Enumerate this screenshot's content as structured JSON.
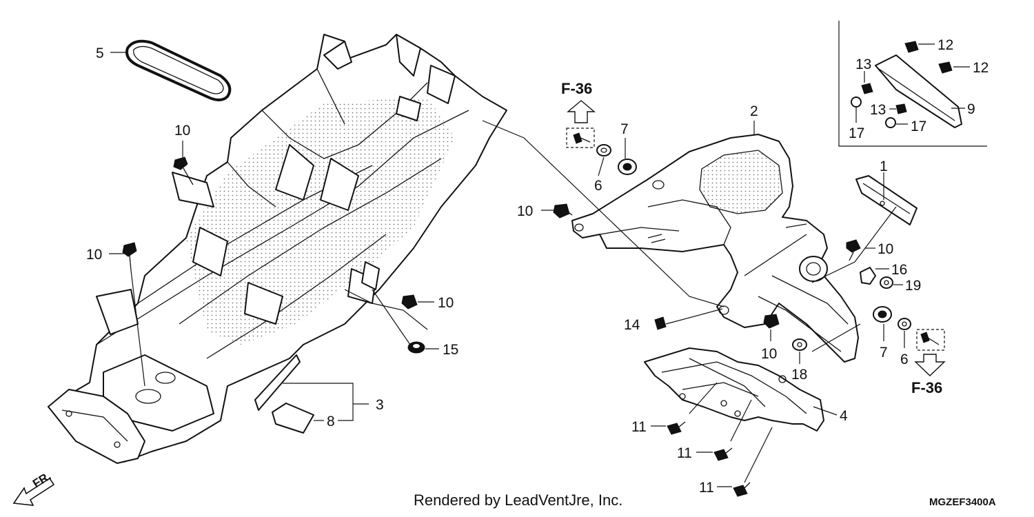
{
  "callouts": {
    "c1": "1",
    "c2": "2",
    "c3": "3",
    "c4": "4",
    "c5": "5",
    "c6a": "6",
    "c6b": "6",
    "c7a": "7",
    "c7b": "7",
    "c8": "8",
    "c9": "9",
    "c10a": "10",
    "c10b": "10",
    "c10c": "10",
    "c10d": "10",
    "c10e": "10",
    "c10f": "10",
    "c11a": "11",
    "c11b": "11",
    "c11c": "11",
    "c12a": "12",
    "c12b": "12",
    "c13a": "13",
    "c13b": "13",
    "c14": "14",
    "c15": "15",
    "c16": "16",
    "c17a": "17",
    "c17b": "17",
    "c18": "18",
    "c19": "19"
  },
  "references": {
    "top": "F-36",
    "bottom": "F-36"
  },
  "front_marker": "FR.",
  "footer": {
    "credit": "Rendered by LeadVentJre, Inc.",
    "diagram_code": "MGZEF3400A"
  }
}
